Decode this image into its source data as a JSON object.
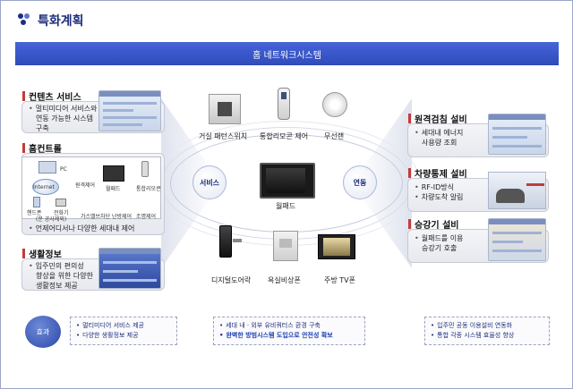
{
  "page": {
    "title": "특화계획"
  },
  "banner": {
    "label": "홈 네트워크시스템"
  },
  "hubs": {
    "service": "서비스",
    "link": "연동"
  },
  "left": [
    {
      "title": "컨텐츠 서비스",
      "bullets": [
        "멀티미디어 서비스와",
        "연동 가능한 시스템",
        "구축"
      ]
    },
    {
      "title": "홈컨트롤",
      "bullets": [
        "언제어디서나 다양한 세대내 제어"
      ]
    },
    {
      "title": "생활정보",
      "bullets": [
        "입주민의 편의성",
        "향상을 위한 다양한",
        "생활정보 제공"
      ]
    }
  ],
  "home_control_labels": {
    "pc": "PC",
    "internet": "Internet",
    "remote": "원격제어",
    "wallpad": "월패드",
    "integrated_remote": "통합리모콘",
    "phone": "핸드폰",
    "landline": "전화기",
    "note": "(문 공사제외)",
    "gas": "가스밸브차단",
    "heating": "난방제어",
    "lighting": "조명제어"
  },
  "devices": {
    "top": [
      "거실 패턴스위치",
      "통합리모콘 제어",
      "무선랜"
    ],
    "center": "월패드",
    "bottom": [
      "디지털도어락",
      "욕실비상폰",
      "주방 TV폰"
    ]
  },
  "right": [
    {
      "title": "원격검침 설비",
      "bullets": [
        "세대내 에너지",
        "사용량 조회"
      ]
    },
    {
      "title": "차량통제 설비",
      "bullets": [
        "RF-ID방식",
        "차량도착 알림"
      ]
    },
    {
      "title": "승강기 설비",
      "bullets": [
        "월패드를 이용",
        "승강기 호출"
      ]
    }
  ],
  "effects": {
    "label": "효과",
    "boxes": [
      [
        "멀티미디어 서비스 제공",
        "다양한 생활정보 제공"
      ],
      [
        "세대 내 · 외부 유비쿼터스 환경 구축",
        "완벽한 방범시스템 도입으로 안전성 확보"
      ],
      [
        "입주민 공동 이용설비 연동화",
        "통합 각종 시스템 효율성 향상"
      ]
    ]
  },
  "colors": {
    "accent": "#2f4bbb",
    "title": "#1d2e7a",
    "marker": "#c23b3b"
  }
}
